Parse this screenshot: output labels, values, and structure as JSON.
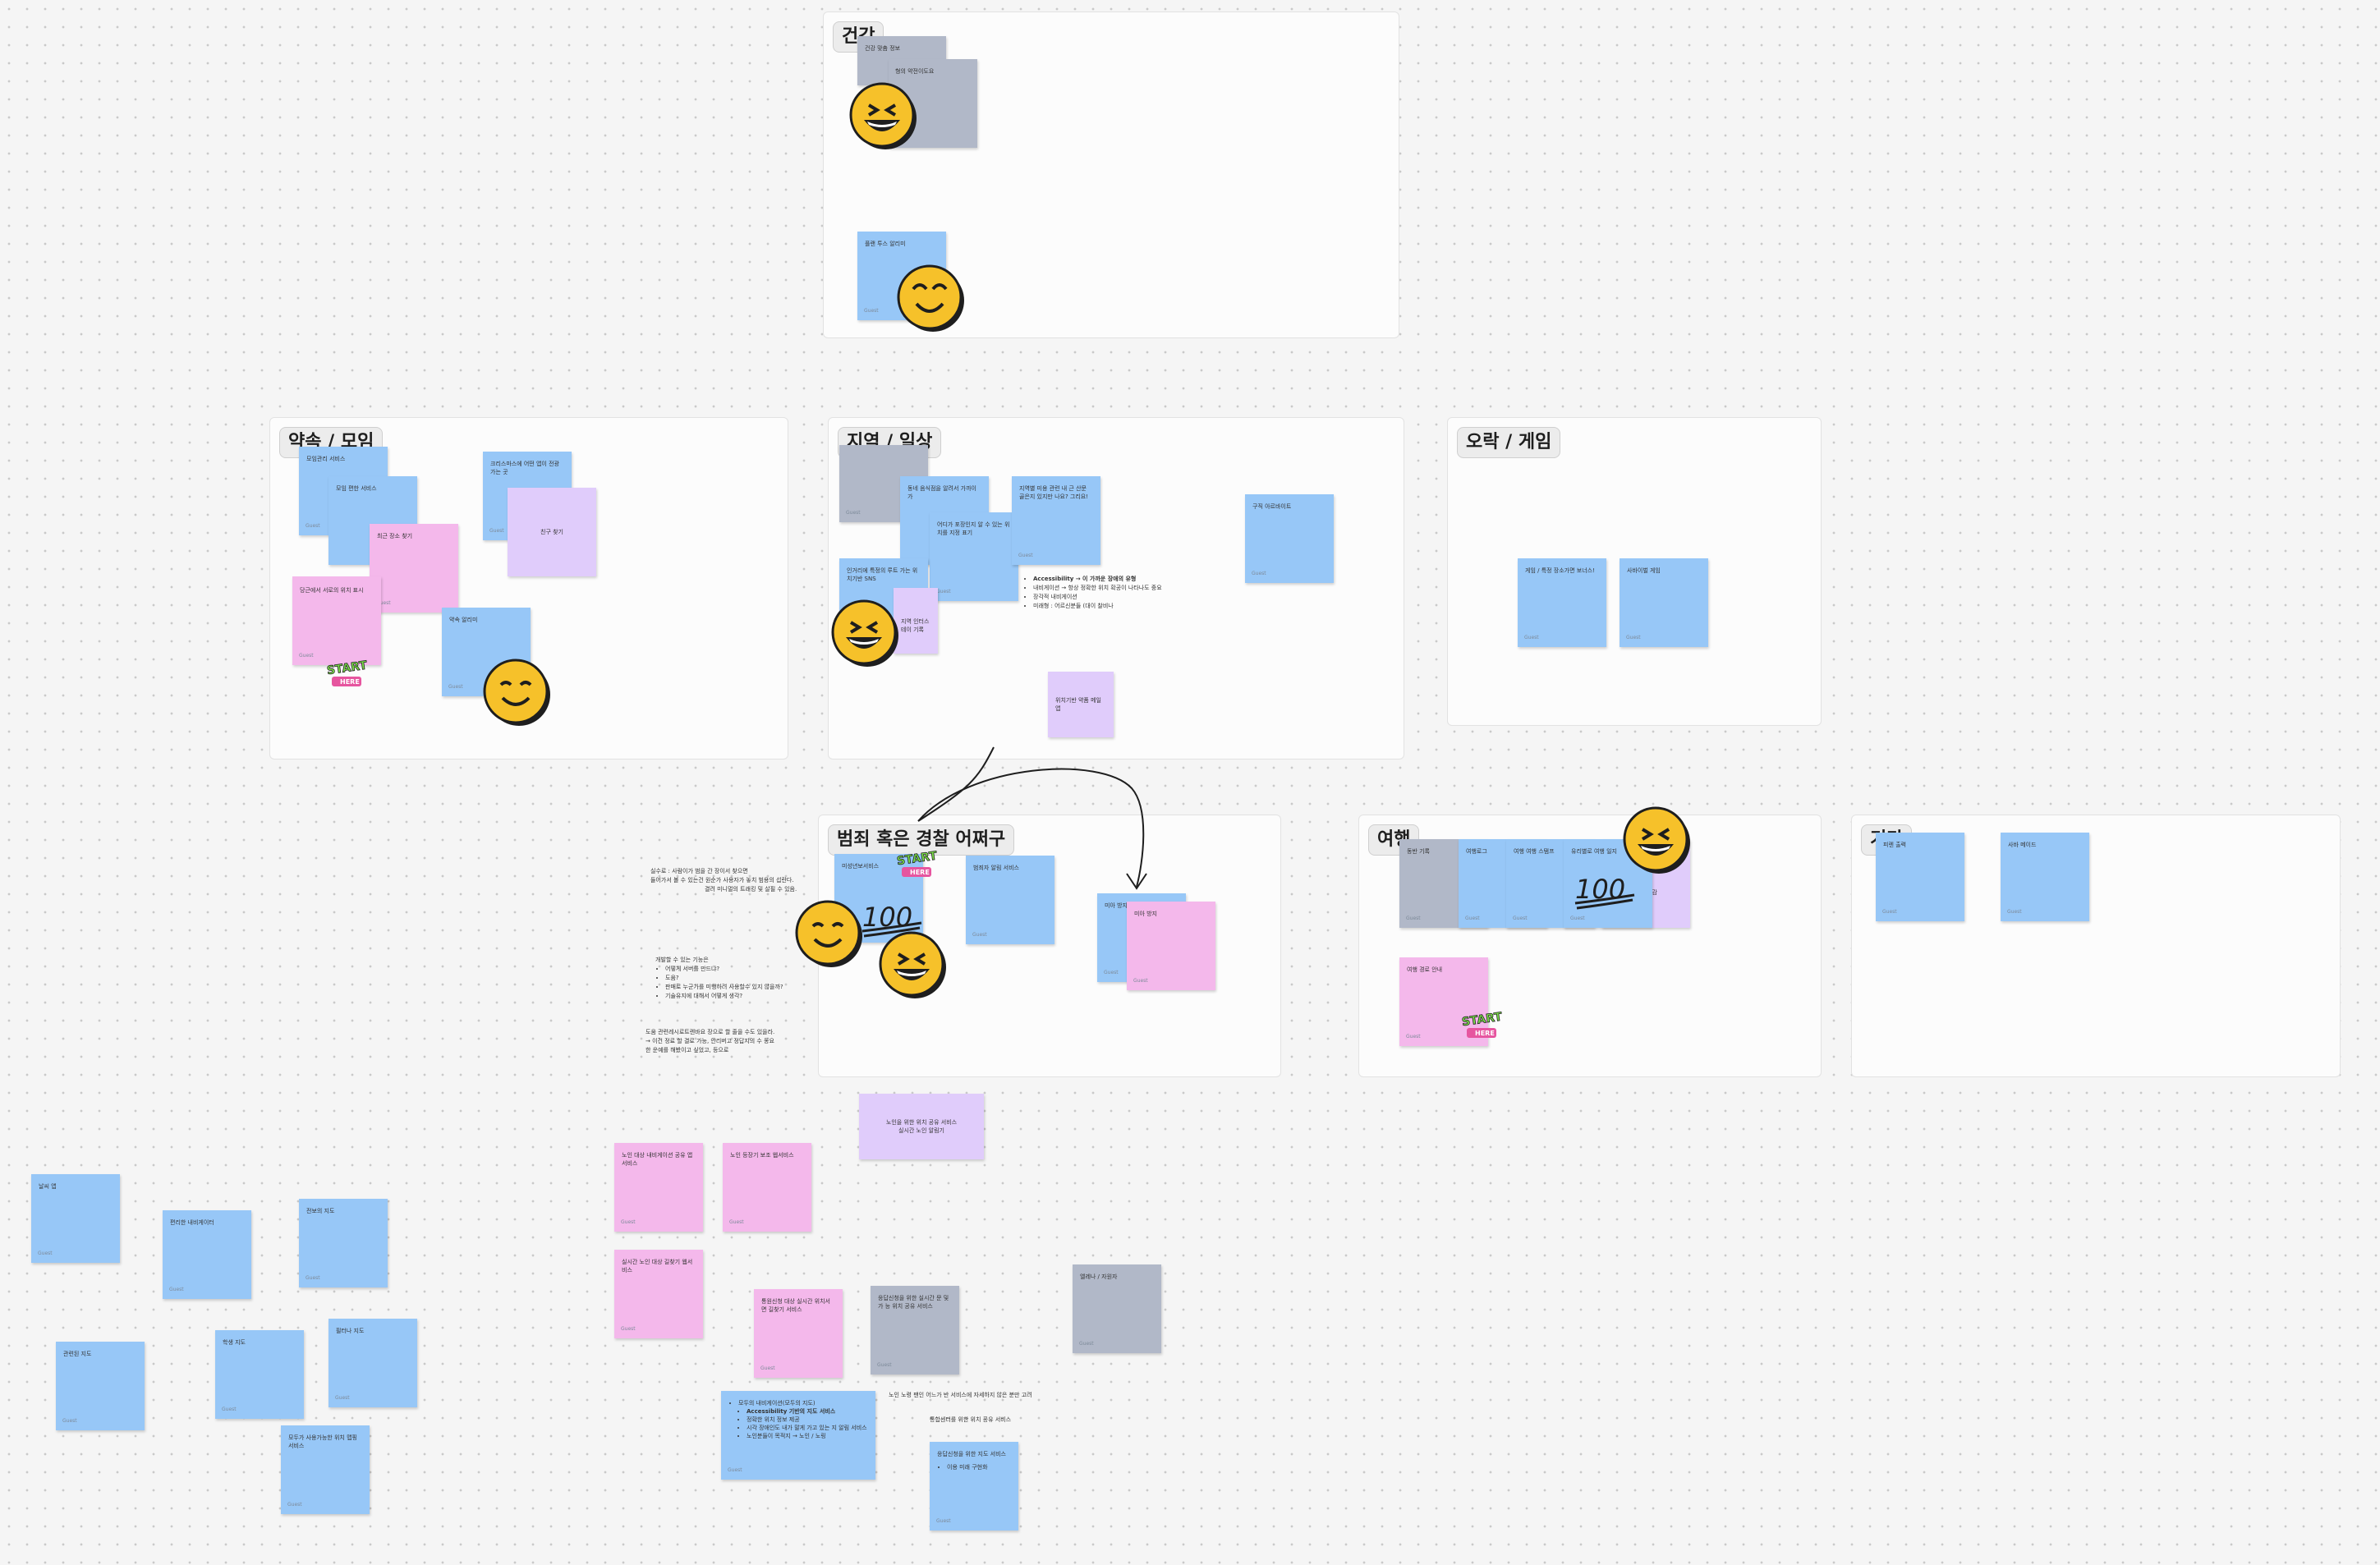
{
  "canvas": {
    "background": "#f5f5f5",
    "dot_color": "#c9c9c9"
  },
  "sections": {
    "health": {
      "title": "건강"
    },
    "appointment": {
      "title": "약속 / 모임"
    },
    "local": {
      "title": "지역 / 일상"
    },
    "game": {
      "title": "오락 / 게임"
    },
    "crime": {
      "title": "범죄 혹은 경찰 어쩌구"
    },
    "travel": {
      "title": "여행"
    },
    "etc": {
      "title": "기타"
    }
  },
  "health_notes": {
    "n1": "건강 맞춤 정보",
    "n2": "형의 약전이도요",
    "n3": "플랜 투스 알리미"
  },
  "appointment_notes": {
    "n1": "모임관리 서비스",
    "n2": "모임 편한 서비스",
    "n3": "크리스마스에 어떤 앱이 전광 가는 곳",
    "n4": "친구 찾기",
    "n5": "최근 장소 찾기",
    "n6": "당근에서 서로의 위치 표시",
    "n7": "약속 알리미"
  },
  "local_notes": {
    "n1": "",
    "n2": "동네 음식점을 알려서 가까이 가",
    "n3": "어디가 포장인지 알 수 있는 위치를 지정 표기",
    "n4": "지역별 미용 관련 내 근 산문 골은지 있지만 나요? 그리요!",
    "n5": "인거리에 특정의 루트 가는 위치기반 SNS",
    "n6": "지역 인터스테이 기록",
    "n7": "위치기반 약품 메일앱",
    "n8": "구직 아르바이트"
  },
  "local_bullets": {
    "b1": "Accessibility → 이 가까운 장애의 유형",
    "b2": "내비게이션 → 항상 정확한 위치 확공이 나타나도 중요",
    "b3": "장각적 내비게이션",
    "b4": "미래형 : 어르신분들 (대이 찰비나"
  },
  "game_notes": {
    "n1": "게임 / 특정 장소가면 보너스!",
    "n2": "사바이벌 게임"
  },
  "crime_notes": {
    "n1": "미성년보서비스",
    "n2": "범죄자 알림 서비스",
    "n3": "미아 방지",
    "n4": "미아 방지"
  },
  "crime_texts": {
    "t1a": "실수로 : 사람이가 범을 간 장이서 찾으면",
    "t1b": "들어가서 볼 수 있는건 원순가 사용자가 놓치 범용의 섭란다.",
    "t1c": "결려 미니멀의 트래킹 및 살필 수 있음.",
    "t2a": "개발할 수 있는 기능은",
    "t2b": "어떻게 서버를 만드냐?",
    "t2c": "도움?",
    "t2d": "판매로 누군가를 미행하려 사용할수 있지 않을까?",
    "t2e": "기술유지에 대해서 어떻게 생각?",
    "t3a": "도움 관련레시로트렌바요 장으로 할 줄을 수도 있을라.",
    "t3b": "→ 이건 정료 할 결로 가능, 안리버고 정답지의 수 동요",
    "t3c": "한 운예를 해봤이고 싶었고, 등으로"
  },
  "travel_notes": {
    "n1": "동반 기록",
    "n2": "여행로그",
    "n3": "여행 여행 스탬프",
    "n4": "유리별로 여행 일지",
    "n5": "여행 도감",
    "n6": "여행 경로 안내"
  },
  "etc_notes": {
    "n1": "피렌 출력",
    "n2": "사바 메이드"
  },
  "loose_notes": {
    "p1": "노인을 위한 위치 공유 서비스\n실시간 노인 알림기",
    "p2": "노인 대상 내비게이션 공유 앱 서비스",
    "p3": "노인 등장기 보조 웹서비스",
    "p4": "실시간 노인 대상 길찾기 웹서비스",
    "p5": "통원신청 대상 실시간 위치서면 길찾기 서비스",
    "g1": "응답신청을 위한 실시간 문 및 가 능 위치 공유 서비스",
    "g2": "엘레나 / 자원자",
    "b1": "날씨 앱",
    "b2": "편리한 내비게이터",
    "b3": "전보의 지도",
    "b4": "관련된 지도",
    "b5": "학생 지도",
    "b6": "필터나 지도",
    "b7": "모두가 사용가능한 위치 맵핑 서비스",
    "b8": "응답신청을 위한 지도 서비스",
    "b8b": "이용 미래 구현화"
  },
  "loose_bullets": {
    "title": "모두의 내비게이션(모두의 지도)",
    "b1": "Accessibility 기반의 지도 서비스",
    "b2": "정확한 위치 정보 제공",
    "b3": "시각 장애인도 내가 말게 가고 있는 지 알림 서비스",
    "b4": "노인분들이 목적지 → 노인 / 노링"
  },
  "loose_texts": {
    "t1": "노인 노령 팬인 어느가 반 서비스에 자세하지 않은 분만 고려",
    "t2": "통합센터를 위한 위치 공유 서비스"
  },
  "author": "Guest",
  "sticker": {
    "hundred": "100",
    "start": "START",
    "here": "HERE"
  }
}
